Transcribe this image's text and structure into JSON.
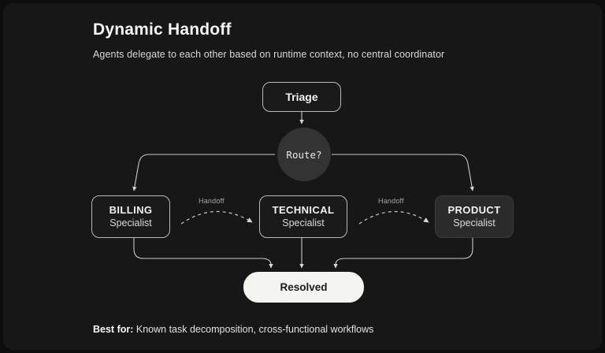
{
  "header": {
    "title": "Dynamic Handoff",
    "subtitle": "Agents delegate to each other based on runtime context, no central coordinator"
  },
  "diagram": {
    "entry": {
      "label": "Triage"
    },
    "decision": {
      "label": "Route?"
    },
    "specialists": [
      {
        "role": "BILLING",
        "sub": "Specialist"
      },
      {
        "role": "TECHNICAL",
        "sub": "Specialist"
      },
      {
        "role": "PRODUCT",
        "sub": "Specialist"
      }
    ],
    "terminal": {
      "label": "Resolved"
    },
    "edge_labels": {
      "handoff_left": "Handoff",
      "handoff_right": "Handoff"
    }
  },
  "footer": {
    "prefix": "Best for:",
    "text": "Known task decomposition, cross-functional workflows"
  },
  "colors": {
    "page_background": "#0d0d0d",
    "card_background": "#171717",
    "node_outline_border": "#b9b9b7",
    "node_filled_background": "#2b2b2b",
    "decision_background": "#333333",
    "terminal_background": "#f4f4f0",
    "edge_stroke": "#c9c9c7",
    "text_primary": "#f5f5f3",
    "text_secondary": "#d8d8d6",
    "text_muted": "#a6a6a4"
  }
}
